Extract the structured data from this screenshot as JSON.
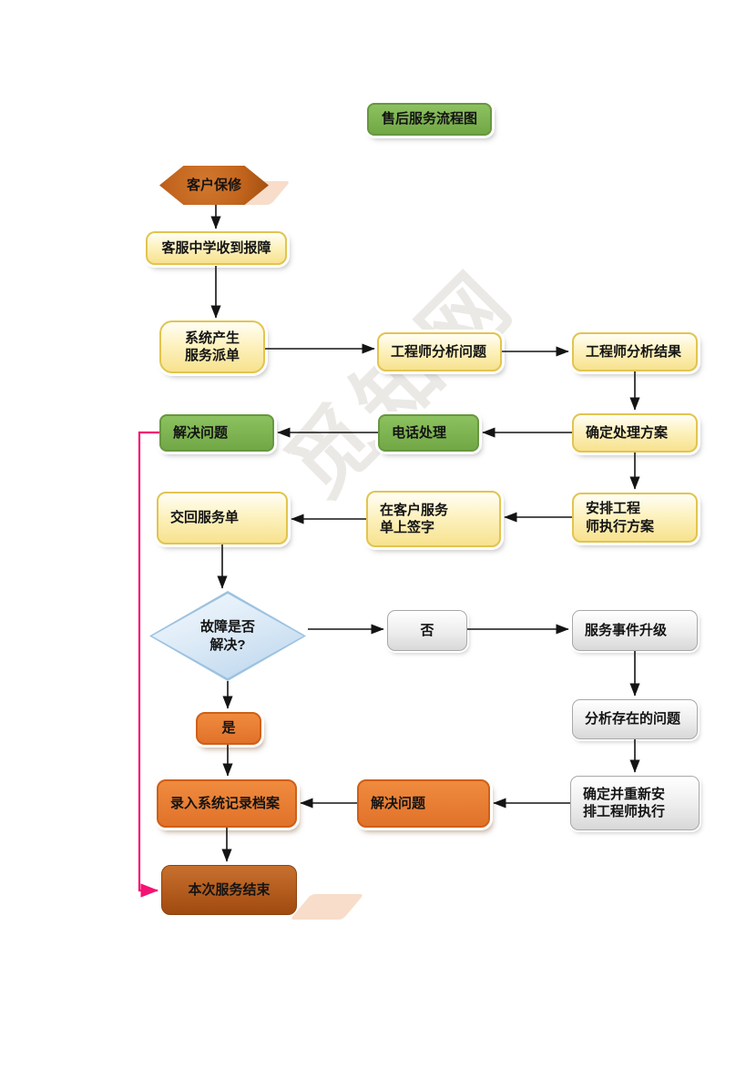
{
  "title": {
    "label": "售后服务流程图"
  },
  "watermark": {
    "text": "觅知网"
  },
  "nodes": {
    "customer_warranty": {
      "label": "客户保修"
    },
    "receive_report": {
      "label": "客服中学收到报障"
    },
    "system_dispatch": {
      "label": "系统产生\n服务派单"
    },
    "engineer_analyze_problem": {
      "label": "工程师分析问题"
    },
    "engineer_analyze_result": {
      "label": "工程师分析结果"
    },
    "determine_solution": {
      "label": "确定处理方案"
    },
    "phone_handling": {
      "label": "电话处理"
    },
    "solve_problem_green": {
      "label": "解决问题"
    },
    "arrange_engineer": {
      "label": "安排工程\n师执行方案"
    },
    "customer_sign": {
      "label": "在客户服务\n单上签字"
    },
    "return_service_order": {
      "label": "交回服务单"
    },
    "fault_resolved": {
      "label": "故障是否\n解决?"
    },
    "no": {
      "label": "否"
    },
    "service_escalation": {
      "label": "服务事件升级"
    },
    "analyze_existing": {
      "label": "分析存在的问题"
    },
    "rearrange_engineer": {
      "label": "确定并重新安\n排工程师执行"
    },
    "solve_problem_orange": {
      "label": "解决问题"
    },
    "yes": {
      "label": "是"
    },
    "record_archive": {
      "label": "录入系统记录档案"
    },
    "service_end": {
      "label": "本次服务结束"
    }
  },
  "colors": {
    "green_node": "#7cb351",
    "yellow_node": "#fbeeb4",
    "yellow_border": "#e2c44f",
    "orange_node": "#e8802f",
    "gray_node": "#e8e8e8",
    "diamond_fill": "#cfe2f3",
    "end_node": "#a04a10",
    "hexagon": "#c2641d",
    "pink_connector": "#f41272",
    "arrow": "#141414",
    "watermark": "#e9e7e2"
  }
}
